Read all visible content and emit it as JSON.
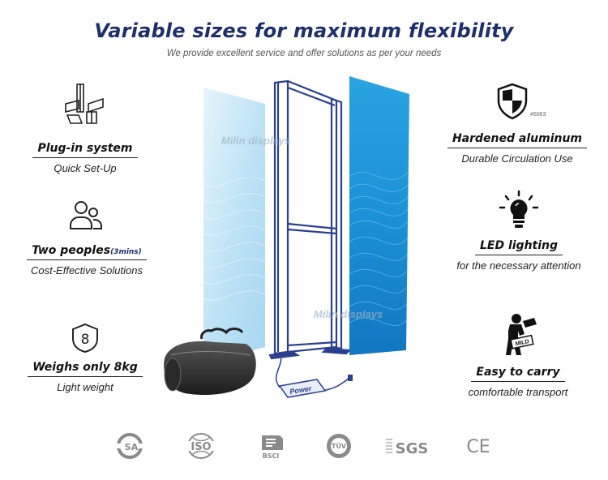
{
  "header": {
    "title": "Variable sizes for maximum flexibility",
    "subtitle": "We provide excellent service and offer solutions as per your needs"
  },
  "features_left": [
    {
      "title": "Plug-in system",
      "subtitle": "Quick Set-Up",
      "icon": "frame-parts-icon"
    },
    {
      "title": "Two  peoples",
      "title_suffix": "(3mins)",
      "subtitle": "Cost-Effective Solutions",
      "icon": "two-people-icon"
    },
    {
      "title": "Weighs only 8kg",
      "subtitle": "Light weight",
      "icon": "weight-8-icon"
    }
  ],
  "features_right": [
    {
      "title": "Hardened aluminum",
      "subtitle": "Durable Circulation Use",
      "badge": "#6063",
      "icon": "shield-icon"
    },
    {
      "title": "LED lighting",
      "subtitle": "for the necessary attention",
      "icon": "lightbulb-icon"
    },
    {
      "title": "Easy to carry",
      "subtitle": "comfortable transport",
      "badge": "MILD",
      "icon": "carry-person-icon"
    }
  ],
  "product": {
    "watermark_1": "Milin displays",
    "watermark_2": "Milin displays",
    "power_label": "Power"
  },
  "certifications": [
    {
      "name": "csa-logo",
      "label": "SA"
    },
    {
      "name": "iso-logo",
      "label": "ISO"
    },
    {
      "name": "bsci-logo",
      "label": "BSCI"
    },
    {
      "name": "tuv-logo",
      "label": "TÜV"
    },
    {
      "name": "sgs-logo",
      "label": "SGS"
    },
    {
      "name": "ce-logo",
      "label": "CE"
    }
  ],
  "colors": {
    "title": "#1e2f6b",
    "panel_light": "#bfe3f5",
    "panel_dark": "#1a8fd4",
    "frame": "#2b3f8f",
    "cert_gray": "#8a8a8a"
  }
}
